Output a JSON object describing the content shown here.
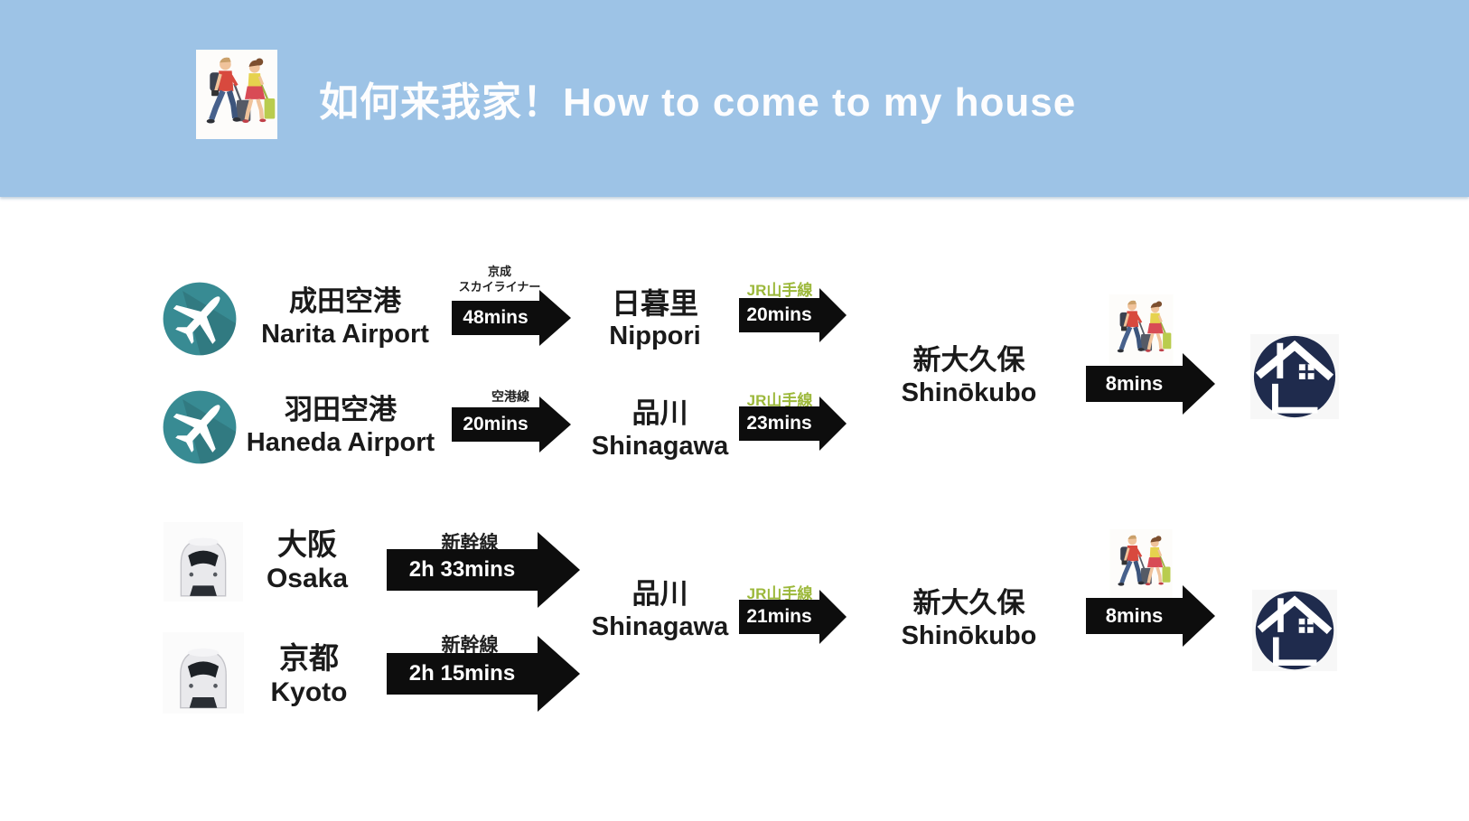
{
  "header": {
    "title": "如何来我家！How to come to my house"
  },
  "stations": {
    "narita": {
      "ja": "成田空港",
      "en": "Narita Airport"
    },
    "haneda": {
      "ja": "羽田空港",
      "en": "Haneda Airport"
    },
    "nippori": {
      "ja": "日暮里",
      "en": "Nippori"
    },
    "shinagawa_air": {
      "ja": "品川",
      "en": "Shinagawa"
    },
    "shinokubo_air": {
      "ja": "新大久保",
      "en": "Shinōkubo"
    },
    "osaka": {
      "ja": "大阪",
      "en": "Osaka"
    },
    "kyoto": {
      "ja": "京都",
      "en": "Kyoto"
    },
    "shinagawa_rail": {
      "ja": "品川",
      "en": "Shinagawa"
    },
    "shinokubo_rail": {
      "ja": "新大久保",
      "en": "Shinōkubo"
    }
  },
  "legs": {
    "narita_to_nippori": {
      "line_l1": "京成",
      "line_l2": "スカイライナー",
      "duration": "48mins"
    },
    "nippori_to_shinokubo": {
      "line": "JR山手線",
      "duration": "20mins"
    },
    "walk_air": {
      "duration": "8mins"
    },
    "haneda_to_shinagawa": {
      "line": "空港線",
      "duration": "20mins"
    },
    "shinagawa_to_shinokubo_air": {
      "line": "JR山手線",
      "duration": "23mins"
    },
    "osaka_to_shinagawa": {
      "line": "新幹線",
      "duration": "2h 33mins"
    },
    "kyoto_to_shinagawa": {
      "line": "新幹線",
      "duration": "2h 15mins"
    },
    "shinagawa_to_shinokubo_rail": {
      "line": "JR山手線",
      "duration": "21mins"
    },
    "walk_rail": {
      "duration": "8mins"
    }
  },
  "icons": {
    "travelers": "walking-travelers-icon",
    "airplane": "airplane-icon",
    "train": "shinkansen-train-icon",
    "house": "house-icon"
  },
  "colors": {
    "header_bg": "#9dc3e6",
    "title_text": "#fdfdfe",
    "arrow_black": "#0d0d0d",
    "jr_line_green": "#9cb83b",
    "plane_circle_teal": "#388b93",
    "house_navy": "#1f2b4d"
  }
}
